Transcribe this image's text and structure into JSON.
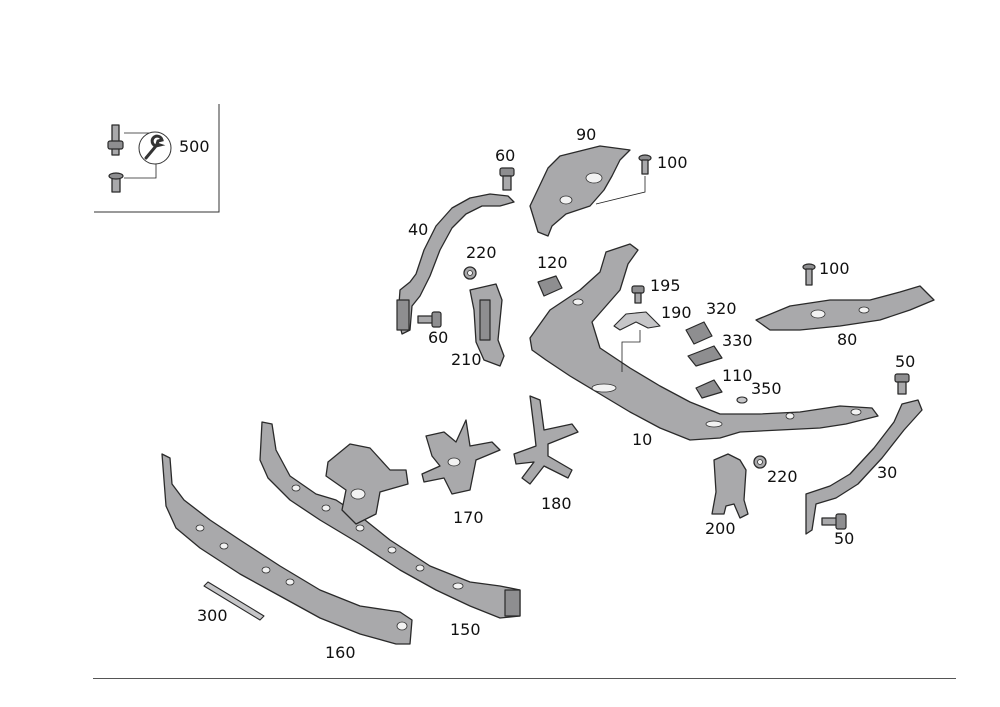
{
  "labels": {
    "p500": "500",
    "p90": "90",
    "p60a": "60",
    "p100a": "100",
    "p40": "40",
    "p220a": "220",
    "p120": "120",
    "p195": "195",
    "p190": "190",
    "p320": "320",
    "p100b": "100",
    "p80": "80",
    "p60b": "60",
    "p210": "210",
    "p330": "330",
    "p110": "110",
    "p350": "350",
    "p50a": "50",
    "p10": "10",
    "p220b": "220",
    "p30": "30",
    "p180": "180",
    "p170": "170",
    "p200": "200",
    "p50b": "50",
    "p300": "300",
    "p150": "150",
    "p160": "160"
  },
  "colors": {
    "part_fill": "#a9a9ab",
    "outline": "#2a2a2a",
    "background": "#ffffff"
  },
  "icons": {
    "tool": "wrench-icon"
  }
}
